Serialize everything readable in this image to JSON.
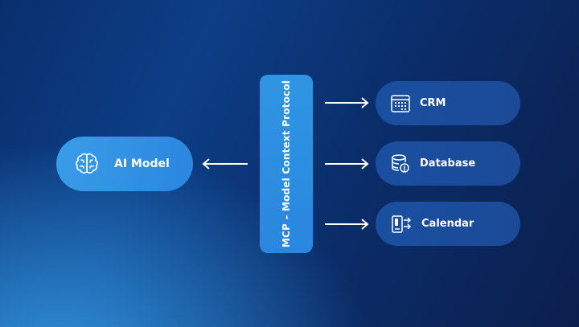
{
  "diagram": {
    "ai_model": {
      "label": "AI Model",
      "icon": "brain-icon"
    },
    "protocol": {
      "label": "MCP – Model Context Protocol"
    },
    "services": [
      {
        "label": "CRM",
        "icon": "crm-grid-icon"
      },
      {
        "label": "Database",
        "icon": "database-icon"
      },
      {
        "label": "Calendar",
        "icon": "calendar-icon"
      }
    ],
    "colors": {
      "node_light": "#2a86df",
      "node_dark": "#1a4fa0",
      "background": "#0b2d6a"
    }
  }
}
